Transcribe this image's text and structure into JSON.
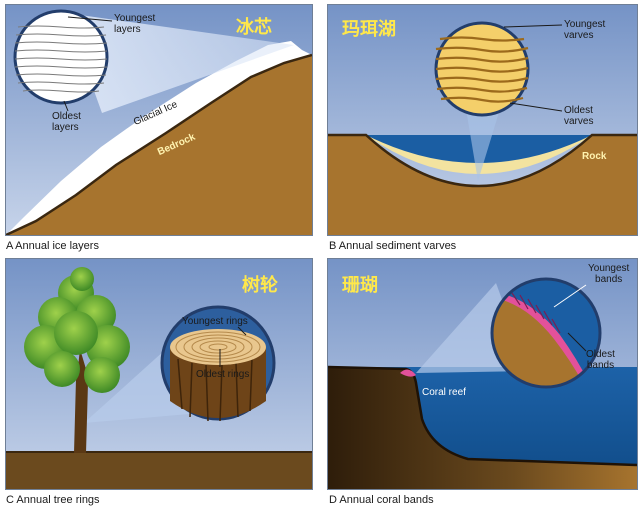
{
  "panels": {
    "a": {
      "title_cn": "冰芯",
      "caption": "A  Annual ice layers",
      "youngest": "Youngest\nlayers",
      "oldest": "Oldest\nlayers",
      "ice_label": "Glacial Ice",
      "bedrock_label": "Bedrock"
    },
    "b": {
      "title_cn": "玛珥湖",
      "caption": "B  Annual sediment varves",
      "youngest": "Youngest\nvarves",
      "oldest": "Oldest\nvarves",
      "rock_label": "Rock"
    },
    "c": {
      "title_cn": "树轮",
      "caption": "C  Annual tree rings",
      "youngest": "Youngest rings",
      "oldest": "Oldest rings"
    },
    "d": {
      "title_cn": "珊瑚",
      "caption": "D  Annual coral bands",
      "youngest": "Youngest\nbands",
      "oldest": "Oldest\nbands",
      "reef_label": "Coral reef"
    }
  },
  "colors": {
    "sky_top": "#6f8fc4",
    "sky_bottom": "#c6d3ea",
    "soil": "#a7742e",
    "ice": "#ffffff",
    "water": "#1b5ea3",
    "sediment": "#f3e3a0",
    "varve_bg": "#f4cf6a",
    "ground": "#6b4a1e",
    "coral": "#e3519a"
  }
}
